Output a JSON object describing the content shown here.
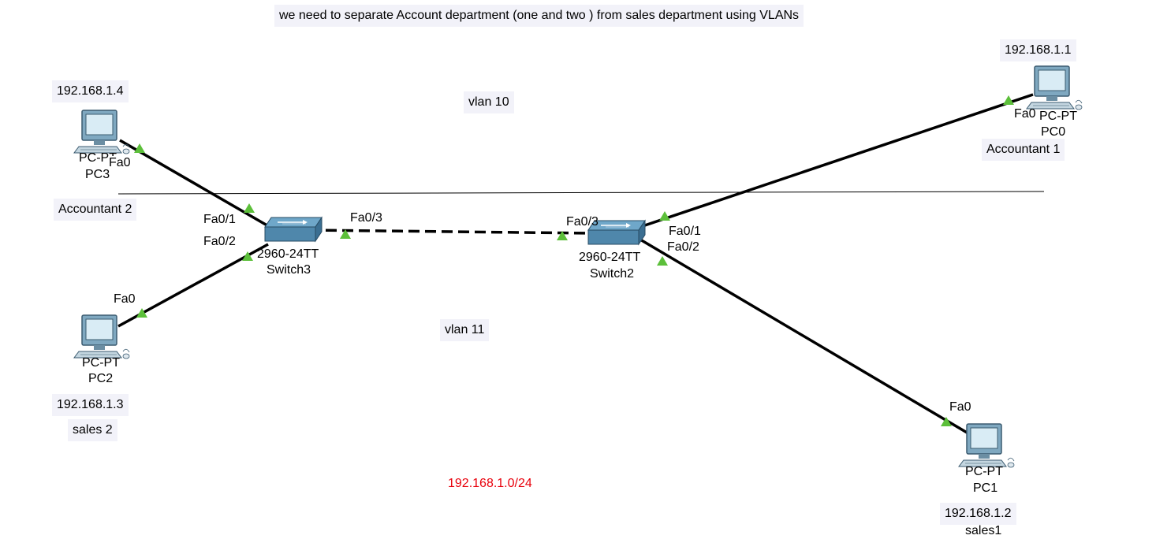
{
  "title": "we need to separate Account department (one and two ) from sales department using VLANs",
  "zone_labels": {
    "top": "vlan 10",
    "bottom": "vlan 11"
  },
  "network_label": "192.168.1.0/24",
  "colors": {
    "link": "#000000",
    "port_up": "#5cbf3a",
    "network_text": "#e8000b",
    "note_bg": "#f2f2f9"
  },
  "devices": {
    "pc3": {
      "type": "PC-PT",
      "name": "PC3",
      "ip": "192.168.1.4",
      "label": "Accountant 2",
      "port": "Fa0"
    },
    "pc2": {
      "type": "PC-PT",
      "name": "PC2",
      "ip": "192.168.1.3",
      "label": "sales 2",
      "port": "Fa0"
    },
    "pc0": {
      "type": "PC-PT",
      "name": "PC0",
      "ip": "192.168.1.1",
      "label": "Accountant 1",
      "port": "Fa0"
    },
    "pc1": {
      "type": "PC-PT",
      "name": "PC1",
      "ip": "192.168.1.2",
      "label": "sales1",
      "port": "Fa0"
    },
    "switch3": {
      "model": "2960-24TT",
      "name": "Switch3",
      "ports": {
        "p1": "Fa0/1",
        "p2": "Fa0/2",
        "p3": "Fa0/3"
      }
    },
    "switch2": {
      "model": "2960-24TT",
      "name": "Switch2",
      "ports": {
        "p1": "Fa0/1",
        "p2": "Fa0/2",
        "p3": "Fa0/3"
      }
    }
  },
  "icons": {
    "pc": "desktop-computer-icon",
    "switch": "network-switch-icon",
    "port": "port-status-up-icon"
  }
}
